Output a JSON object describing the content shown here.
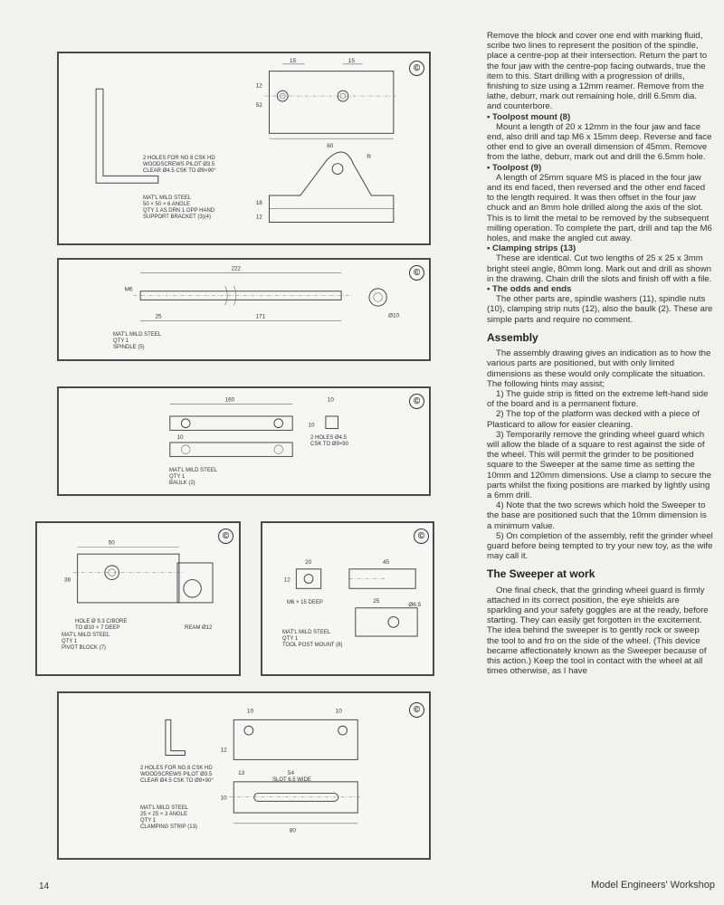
{
  "figures": {
    "support": {
      "copyright": "©",
      "dims": {
        "w15a": "15",
        "w15b": "15",
        "h12": "12",
        "h52": "52",
        "w60": "60",
        "r": "R",
        "h18": "18",
        "h12b": "12"
      },
      "hole_note": "2 HOLES FOR NO 8 CSK HD\nWOODSCREWS PILOT Ø3.5\nCLEAR Ø4.5 CSK TO Ø9×90°",
      "matl_note": "MAT'L MILD STEEL\n50 × 50 × 6 ANGLE\nQTY 1 AS DRN 1 OPP HAND\nSUPPORT BRACKET (3)(4)"
    },
    "spindle": {
      "copyright": "©",
      "dims": {
        "d222": "222",
        "m6": "M6",
        "d25": "25",
        "d171": "171",
        "d10": "Ø10"
      },
      "matl_note": "MAT'L MILD STEEL\nQTY 1\nSPINDLE (5)"
    },
    "baulk": {
      "copyright": "©",
      "dims": {
        "d160": "160",
        "d10a": "10",
        "d10b": "10",
        "d10c": "10"
      },
      "hole_note": "2 HOLES Ø4.5\nCSK TO Ø9×90",
      "matl_note": "MAT'L MILD STEEL\nQTY 1\nBAULK (2)"
    },
    "pivot": {
      "copyright": "©",
      "dims": {
        "d50": "50",
        "d38": "38"
      },
      "hole_note": "HOLE Ø 9.3 C/BORE\nTO Ø10 × 7 DEEP",
      "ream_note": "REAM Ø12",
      "matl_note": "MAT'L MILD STEEL\nQTY 1\nPIVOT BLOCK (7)"
    },
    "toolpost": {
      "copyright": "©",
      "dims": {
        "d20": "20",
        "d45": "45",
        "d12": "12",
        "d25": "25",
        "d65": "Ø6.5"
      },
      "thread_note": "M6 × 15 DEEP",
      "matl_note": "MAT'L MILD STEEL\nQTY 1\nTOOL POST MOUNT (8)"
    },
    "clamping": {
      "copyright": "©",
      "dims": {
        "d10a": "10",
        "d10b": "10",
        "d12": "12",
        "d54": "54",
        "d13": "13",
        "d80": "80",
        "d10c": "10"
      },
      "slot_note": "SLOT 6.5 WIDE",
      "hole_note": "2 HOLES FOR NO 8 CSK HD\nWOODSCREWS PILOT Ø3.5\nCLEAR Ø4.5 CSK TO Ø9×90°",
      "matl_note": "MAT'L MILD STEEL\n25 × 25 × 3 ANGLE\nQTY 1\nCLAMPING STRIP (13)"
    }
  },
  "article": {
    "p1": "Remove the block and cover one end with marking fluid, scribe two lines to represent the position of the spindle, place a centre-pop at their intersection. Return the part to the four jaw with the centre-pop facing outwards, true the item to this. Start drilling with a progression of drills, finishing to size using a 12mm reamer. Remove from the lathe, deburr, mark out remaining hole, drill 6.5mm dia. and counterbore.",
    "h_toolpost_mount": "• Toolpost mount (8)",
    "p2": "Mount a length of 20 x 12mm in the four jaw and face end, also drill and tap M6 x 15mm deep. Reverse and face other end to give an overall dimension of 45mm. Remove from the lathe, deburr, mark out and drill the 6.5mm hole.",
    "h_toolpost": "• Toolpost (9)",
    "p3": "A length of 25mm square MS is placed in the four jaw and its end faced, then reversed and the other end faced to the length required. It was then offset in the four jaw chuck and an 8mm hole drilled along the axis of the slot. This is to limit the metal to be removed by the subsequent milling operation. To complete the part, drill and tap the M6 holes, and make the angled cut away.",
    "h_clamping": "• Clamping strips (13)",
    "p4": "These are identical. Cut two lengths of 25 x 25 x 3mm bright steel angle, 80mm long. Mark out and drill as shown in the drawing. Chain drill the slots and finish off with a file.",
    "h_odds": "• The odds and ends",
    "p5": "The other parts are, spindle washers (11), spindle nuts (10), clamping strip nuts (12), also the baulk (2). These are simple parts and require no comment.",
    "h_assembly": "Assembly",
    "p6": "The assembly drawing gives an indication as to how the various parts are positioned, but with only limited dimensions as these would only complicate the situation. The following hints may assist;",
    "p7": "1) The guide strip is fitted on the extreme left-hand side of the board and is a permanent fixture.",
    "p8": "2) The top of the platform was decked with a piece of Plasticard  to allow for easier cleaning.",
    "p9": "3) Temporarily remove the grinding wheel guard which will allow the blade of a square to rest against the side of the wheel. This will permit the grinder to be positioned square to the Sweeper at the same time as setting the 10mm and 120mm dimensions. Use a clamp to secure the parts whilst the fixing positions are marked by lightly using a 6mm drill.",
    "p10": "4) Note that the two screws which hold the Sweeper to the base are positioned such that the 10mm dimension is a minimum value.",
    "p11": "5) On completion of the assembly, refit the grinder wheel guard before being tempted to try your new toy, as the wife may call it.",
    "h_sweeper": "The Sweeper at work",
    "p12": "One final check, that the grinding wheel guard is firmly attached in its correct position, the eye shields are sparkling and your safety goggles are at the ready, before starting. They can easily get forgotten in the excitement. The idea behind the sweeper is to gently rock or sweep the tool to and fro on the side of the wheel. (This device became affectionately known as the Sweeper because of this action.) Keep the tool in contact with the wheel at all times otherwise, as I have"
  },
  "footer": {
    "page_number": "14",
    "magazine": "Model Engineers' Workshop"
  }
}
